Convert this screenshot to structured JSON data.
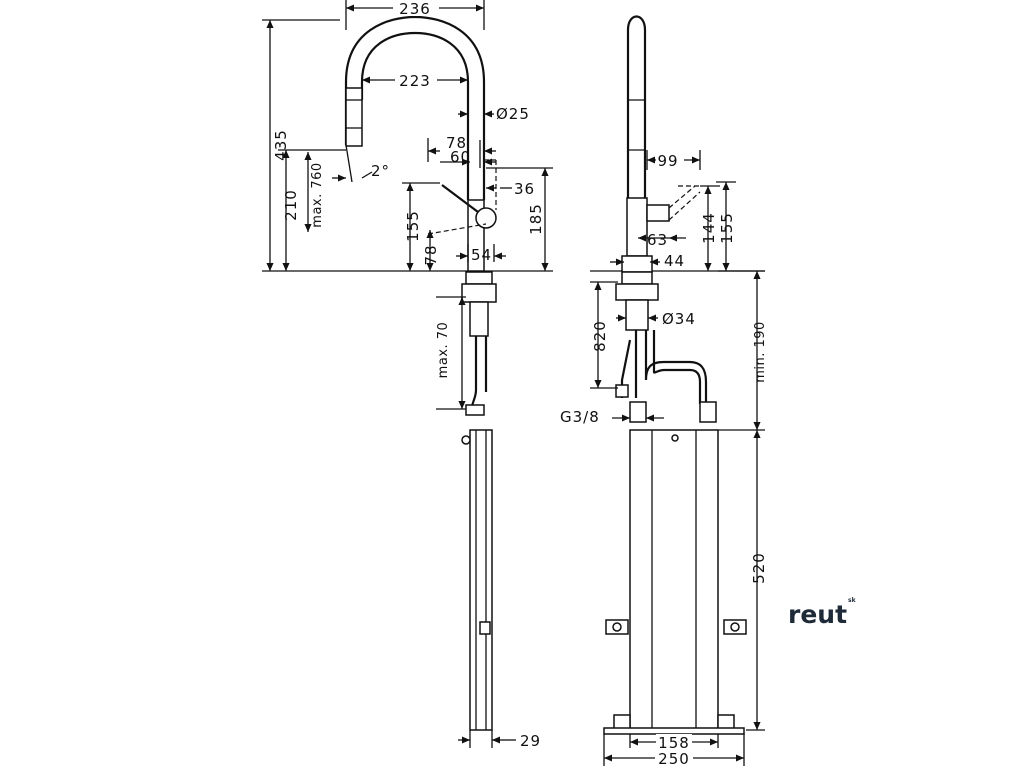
{
  "front_view": {
    "dim_236": "236",
    "dim_223": "223",
    "dim_435": "435",
    "dim_210": "210",
    "dim_max760": "max. 760",
    "dim_2deg": "2°",
    "dim_d25": "Ø25",
    "dim_78_top": "78",
    "dim_60": "60",
    "dim_36": "36",
    "dim_155": "155",
    "dim_185": "185",
    "dim_78_side": "78",
    "dim_54": "54",
    "dim_max70": "max. 70",
    "dim_29": "29"
  },
  "side_view": {
    "dim_99": "99",
    "dim_63": "63",
    "dim_144": "144",
    "dim_155": "155",
    "dim_44": "44",
    "dim_820": "820",
    "dim_d34": "Ø34",
    "dim_min190": "min. 190",
    "dim_g38": "G3/8",
    "dim_520": "520",
    "dim_158": "158",
    "dim_250": "250"
  },
  "logo": {
    "text": "reut",
    "suffix": "sk"
  }
}
